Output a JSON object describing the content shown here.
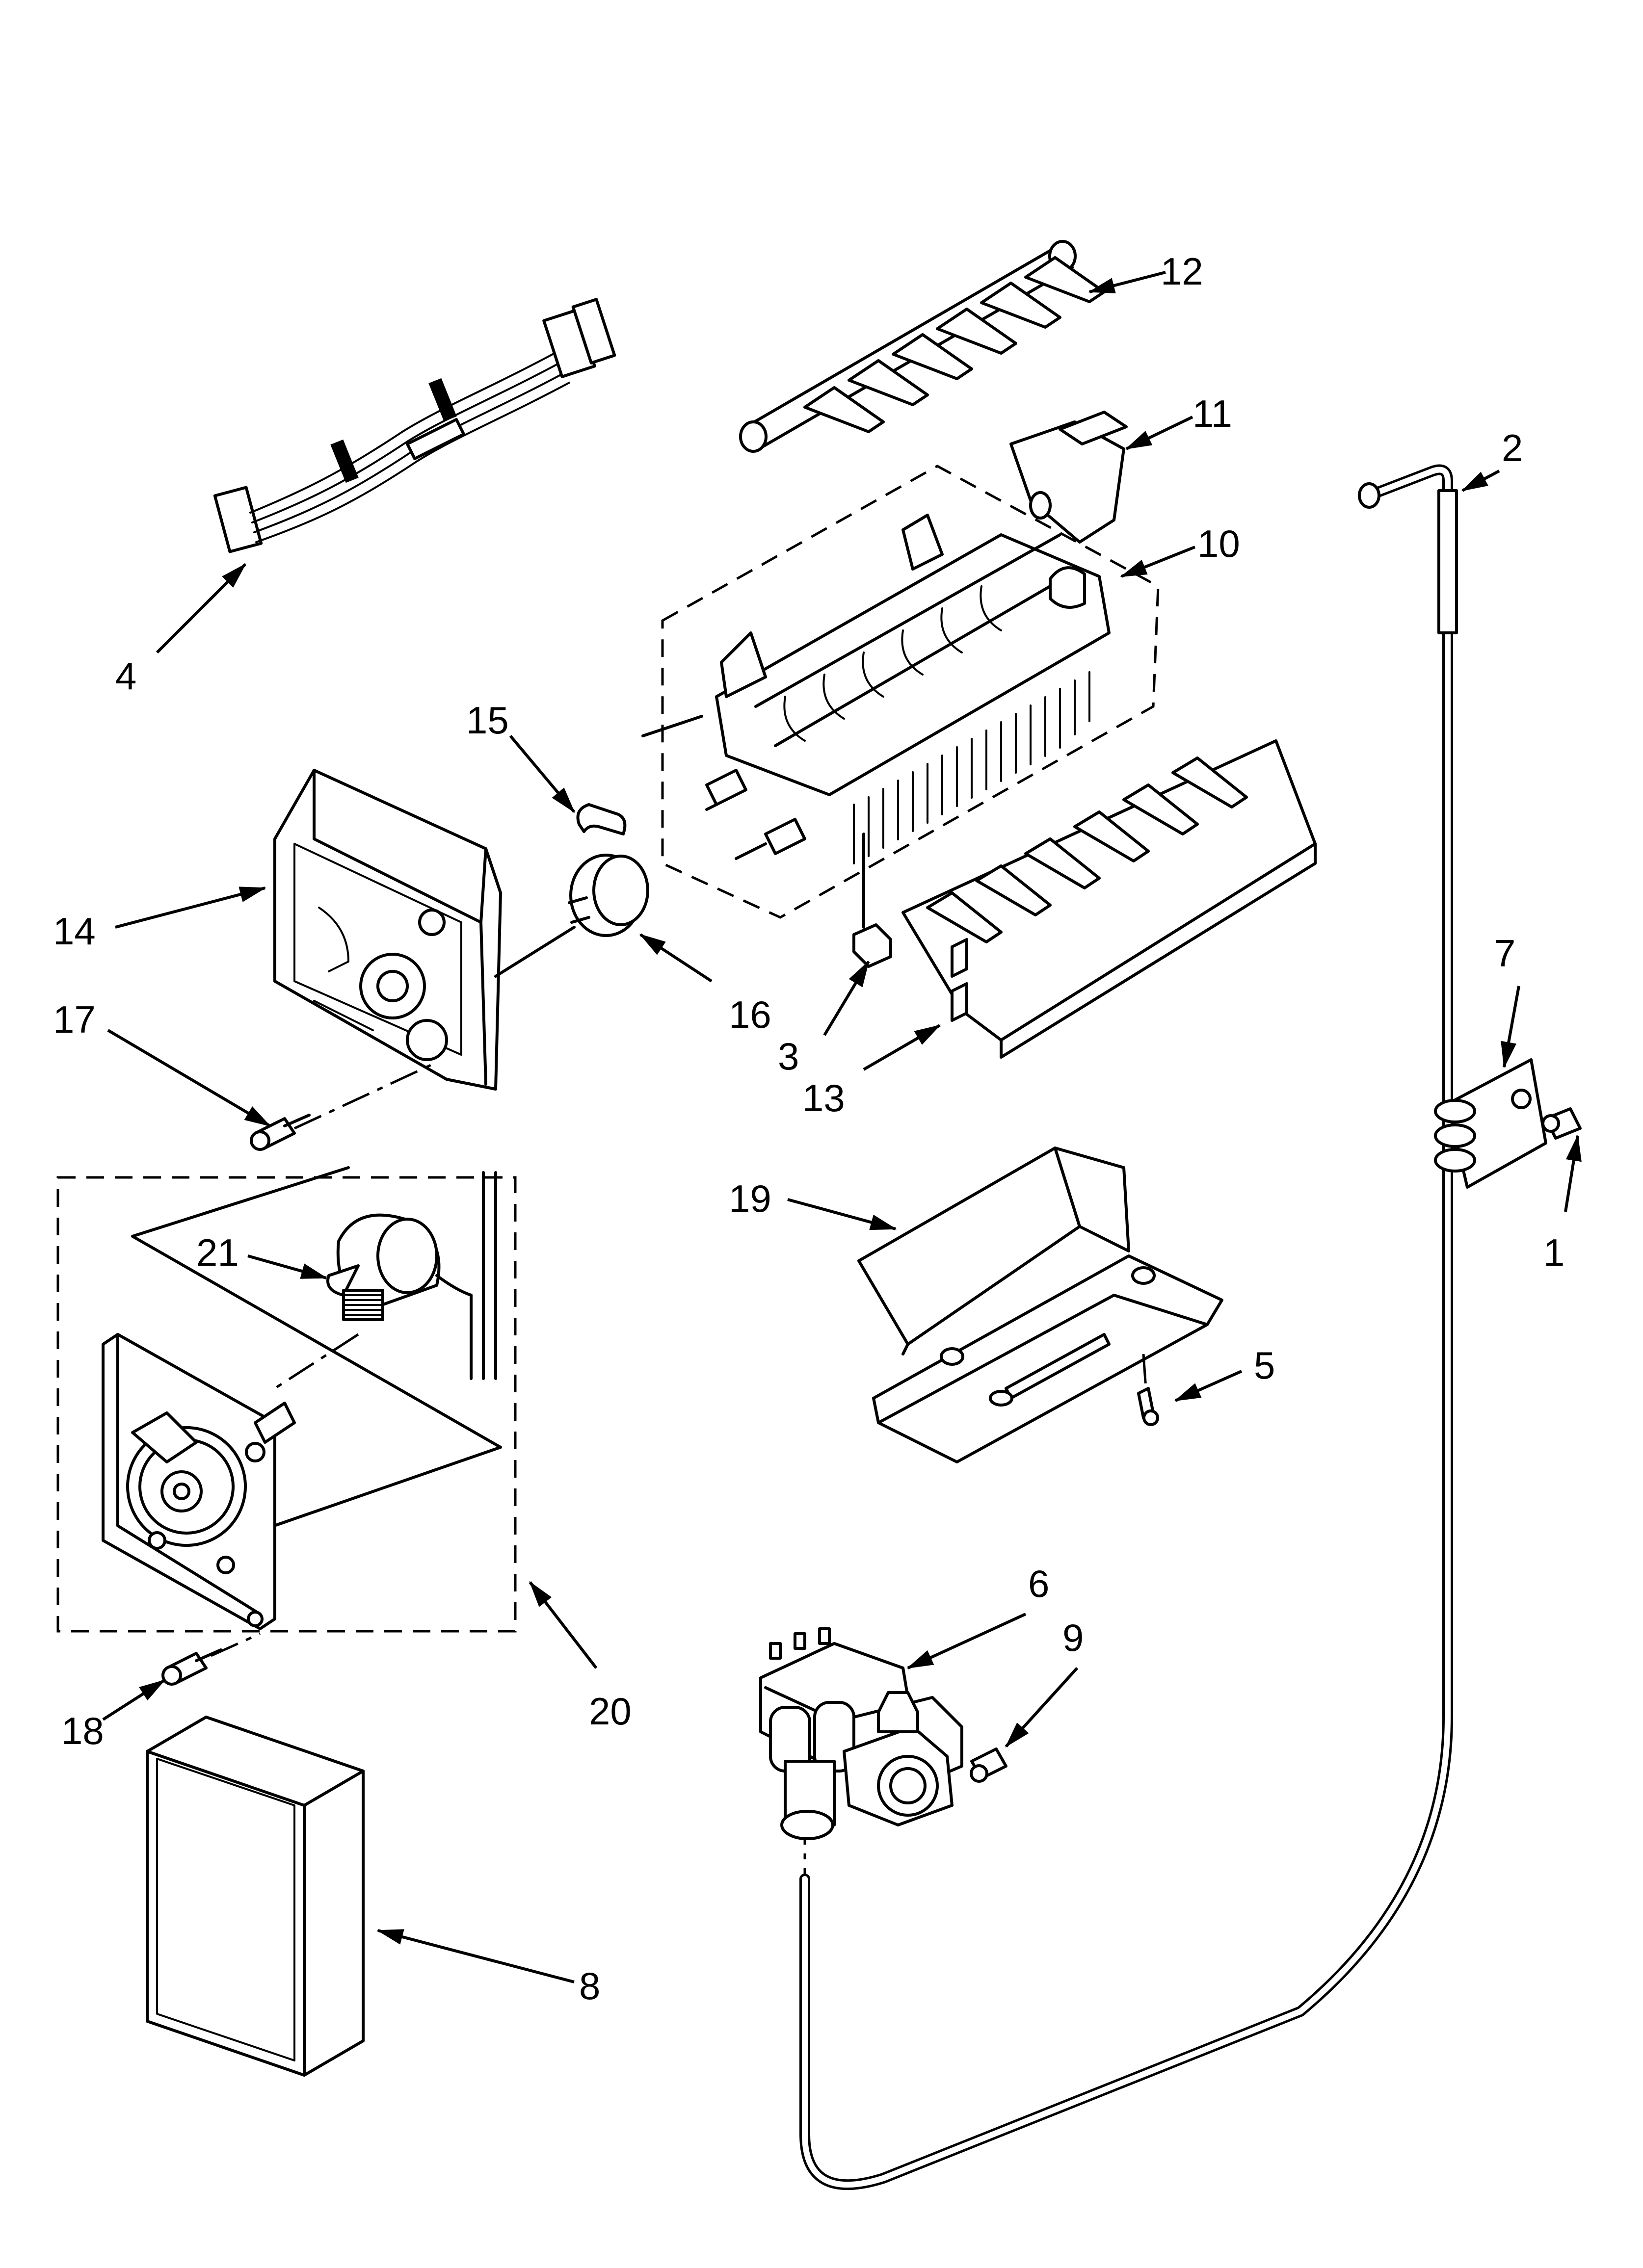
{
  "diagram": {
    "callouts": {
      "c1": "1",
      "c2": "2",
      "c3": "3",
      "c4": "4",
      "c5": "5",
      "c6": "6",
      "c7": "7",
      "c8": "8",
      "c9": "9",
      "c10": "10",
      "c11": "11",
      "c12": "12",
      "c13": "13",
      "c14": "14",
      "c15": "15",
      "c16": "16",
      "c17": "17",
      "c18": "18",
      "c19": "19",
      "c20": "20",
      "c21": "21"
    }
  }
}
